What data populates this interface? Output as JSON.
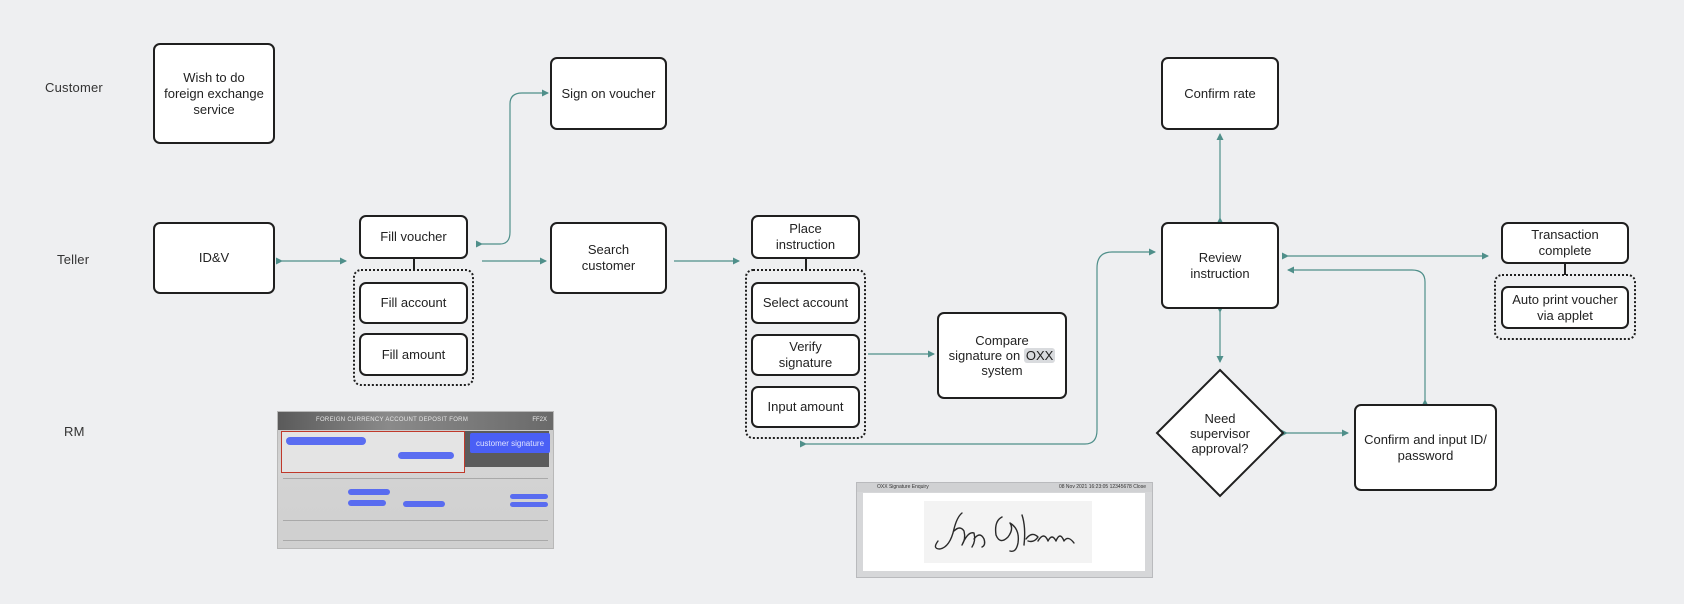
{
  "lanes": {
    "customer": "Customer",
    "teller": "Teller",
    "rm": "RM"
  },
  "nodes": {
    "wish_fx": "Wish to do foreign exchange service",
    "sign_voucher": "Sign on voucher",
    "idv": "ID&V",
    "fill_voucher": "Fill voucher",
    "fill_account": "Fill account",
    "fill_amount": "Fill amount",
    "search_customer": "Search customer",
    "place_instruction": "Place instruction",
    "select_account": "Select account",
    "verify_signature": "Verify signature",
    "input_amount": "Input amount",
    "compare_signature_prefix": "Compare signature on",
    "compare_signature_system": "OXX",
    "compare_signature_suffix": "system",
    "confirm_rate": "Confirm rate",
    "review_instruction": "Review instruction",
    "need_supervisor": "Need supervisor approval?",
    "confirm_input_id": "Confirm and input ID/ password",
    "transaction_complete": "Transaction complete",
    "auto_print": "Auto print voucher via applet"
  },
  "voucher_image": {
    "header": "FOREIGN CURRENCY ACCOUNT DEPOSIT FORM",
    "customer_signature": "customer signature",
    "code": "FF2X"
  },
  "signature_window": {
    "title": "OXX Signature Enquiry",
    "meta": "08 Nov 2021  16:23:05  12345678  Close"
  },
  "colors": {
    "background": "#eeeff1",
    "node_border": "#1f1f1f",
    "arrow": "#4f8f8a",
    "redaction": "#4e63f2"
  }
}
